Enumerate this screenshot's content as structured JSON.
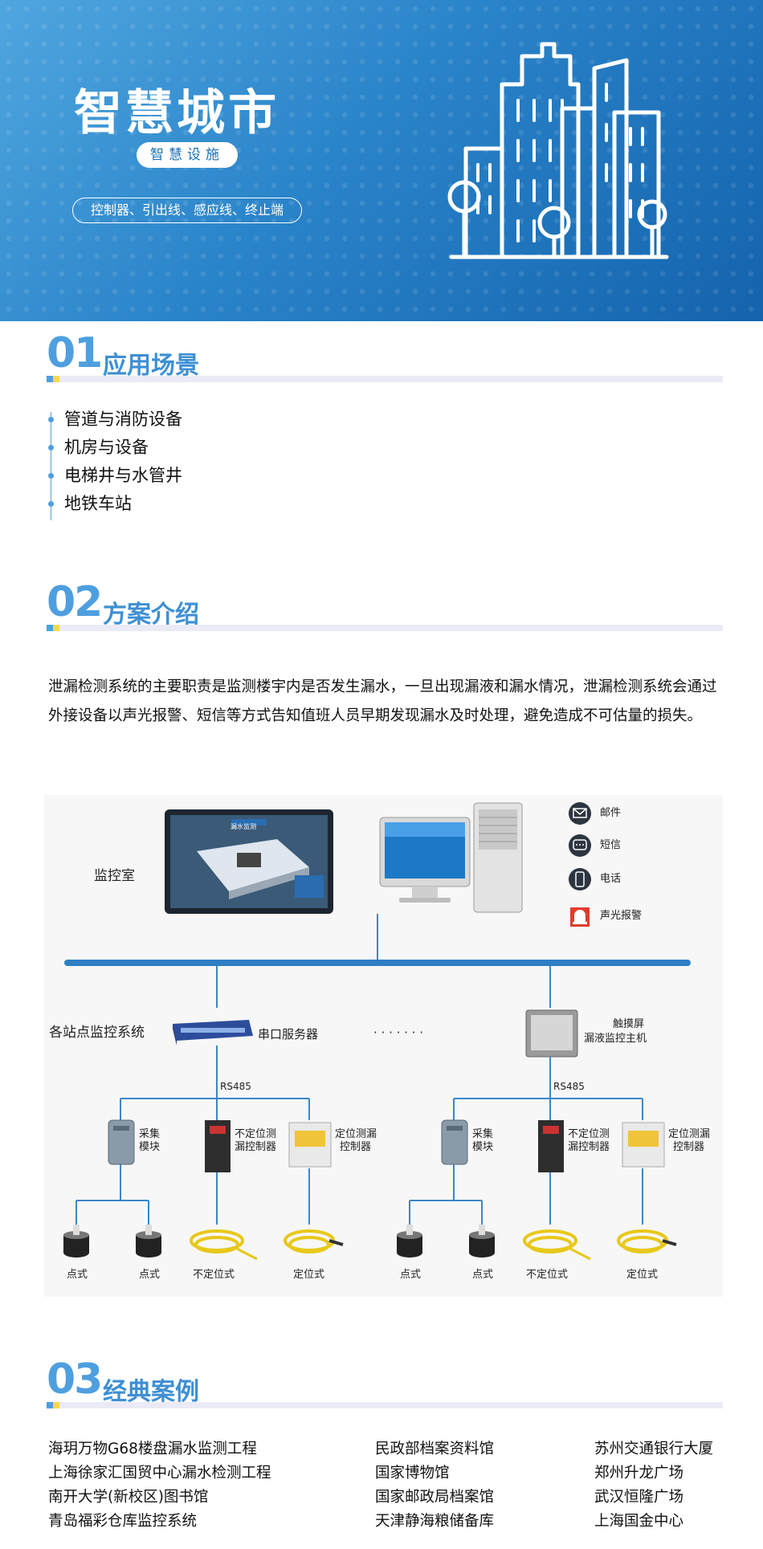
{
  "banner": {
    "title": "智慧城市",
    "subtitle": "智慧设施",
    "tags": "控制器、引出线、感应线、终止端"
  },
  "section1": {
    "number": "01",
    "title": "应用场景",
    "items": [
      "管道与消防设备",
      "机房与设备",
      "电梯井与水管井",
      "地铁车站"
    ]
  },
  "section2": {
    "number": "02",
    "title": "方案介绍",
    "paragraph": "泄漏检测系统的主要职责是监测楼宇内是否发生漏水，一旦出现漏液和漏水情况，泄漏检测系统会通过外接设备以声光报警、短信等方式告知值班人员早期发现漏水及时处理，避免造成不可估量的损失。"
  },
  "diagram": {
    "monitor_room": "监控室",
    "alerts": [
      "邮件",
      "短信",
      "电话",
      "声光报警"
    ],
    "station_system": "各站点监控系统",
    "serial_server": "串口服务器",
    "ellipsis": "· · · · · · ·",
    "touchscreen": [
      "触摸屏",
      "漏液监控主机"
    ],
    "rs485": "RS485",
    "module": [
      "采集",
      "模块"
    ],
    "nonlocating_ctrl": [
      "不定位测",
      "漏控制器"
    ],
    "locating_ctrl": [
      "定位测漏",
      "控制器"
    ],
    "sensor_labels": [
      "点式",
      "点式",
      "不定位式",
      "定位式"
    ],
    "screen_caption": "漏水监测"
  },
  "section3": {
    "number": "03",
    "title": "经典案例",
    "col1": [
      "海玥万物G68楼盘漏水监测工程",
      "上海徐家汇国贸中心漏水检测工程",
      "南开大学(新校区)图书馆",
      "青岛福彩仓库监控系统"
    ],
    "col2": [
      "民政部档案资料馆",
      "国家博物馆",
      "国家邮政局档案馆",
      "天津静海粮储备库"
    ],
    "col3": [
      "苏州交通银行大厦",
      "郑州升龙广场",
      "武汉恒隆广场",
      "上海国金中心"
    ]
  },
  "colors": {
    "banner_start": "#4fa6df",
    "banner_end": "#1463ad",
    "accent_blue": "#4e9fe0",
    "accent_yellow": "#f5d94a"
  }
}
